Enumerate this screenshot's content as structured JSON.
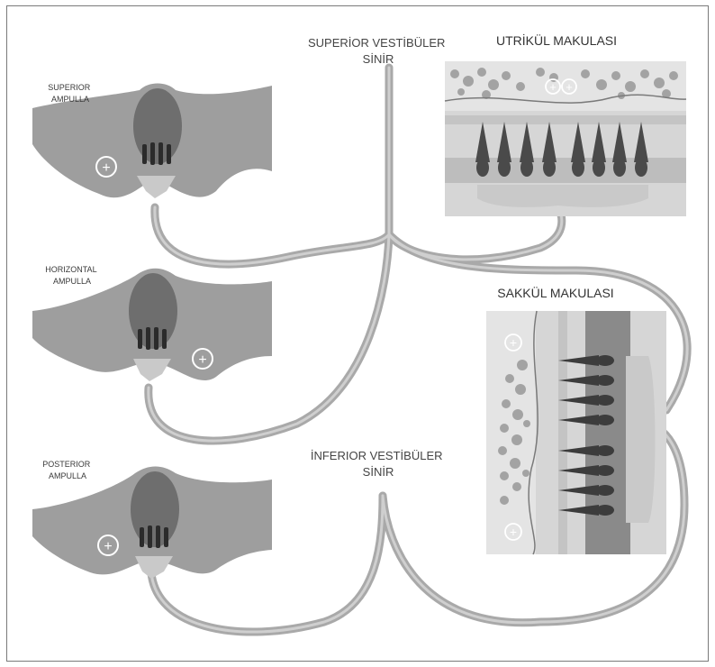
{
  "labels": {
    "superior_ampulla": [
      "SUPERIOR",
      "AMPULLA"
    ],
    "horizontal_ampulla": [
      "HORIZONTAL",
      "AMPULLA"
    ],
    "posterior_ampulla": [
      "POSTERIOR",
      "AMPULLA"
    ],
    "superior_nerve": [
      "SUPERİOR VESTİBÜLER",
      "SİNİR"
    ],
    "inferior_nerve": [
      "İNFERIOR VESTİBÜLER",
      "SİNİR"
    ],
    "utricle": "UTRİKÜL MAKULASI",
    "saccule": "SAKKÜL MAKULASI"
  },
  "symbols": {
    "plus": "+"
  }
}
